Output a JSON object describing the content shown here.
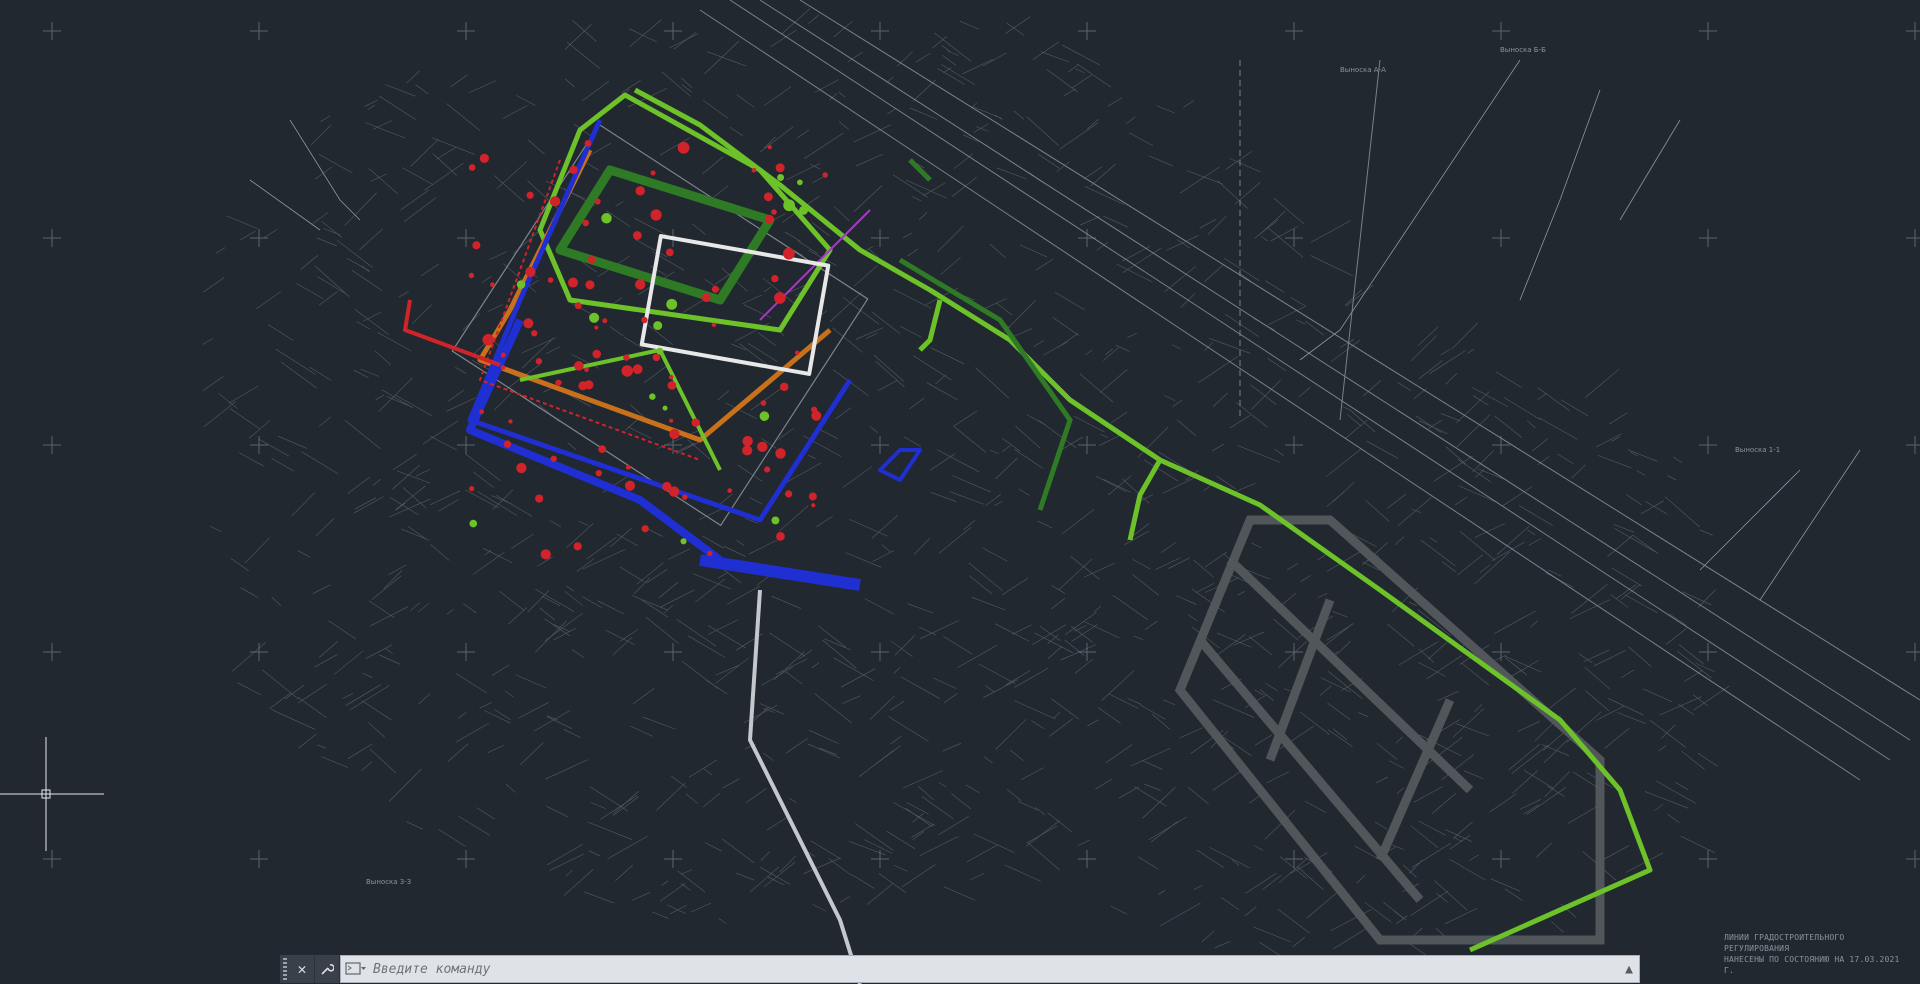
{
  "command_line": {
    "placeholder": "Введите команду",
    "close_icon": "close-icon",
    "settings_icon": "wrench-icon",
    "prompt_icon": "command-prompt-icon",
    "expand_icon": "chevron-up-icon"
  },
  "drawing": {
    "note_lines": [
      "ЛИНИИ ГРАДОСТРОИТЕЛЬНОГО РЕГУЛИРОВАНИЯ",
      "НАНЕСЕНЫ ПО СОСТОЯНИЮ НА 17.03.2021 Г."
    ],
    "labels": [
      "Выноска А-А",
      "Выноска Б-Б",
      "Выноска 1-1",
      "Выноска 3-3"
    ],
    "colors": {
      "background": "#212830",
      "linework": "#9aa1a8",
      "green": "#6dc22a",
      "dark_green": "#2f7a24",
      "blue": "#1f2fd1",
      "red": "#d0242a",
      "orange": "#c9701c",
      "gray_road": "#575b5f",
      "magenta": "#a23cc0"
    }
  }
}
